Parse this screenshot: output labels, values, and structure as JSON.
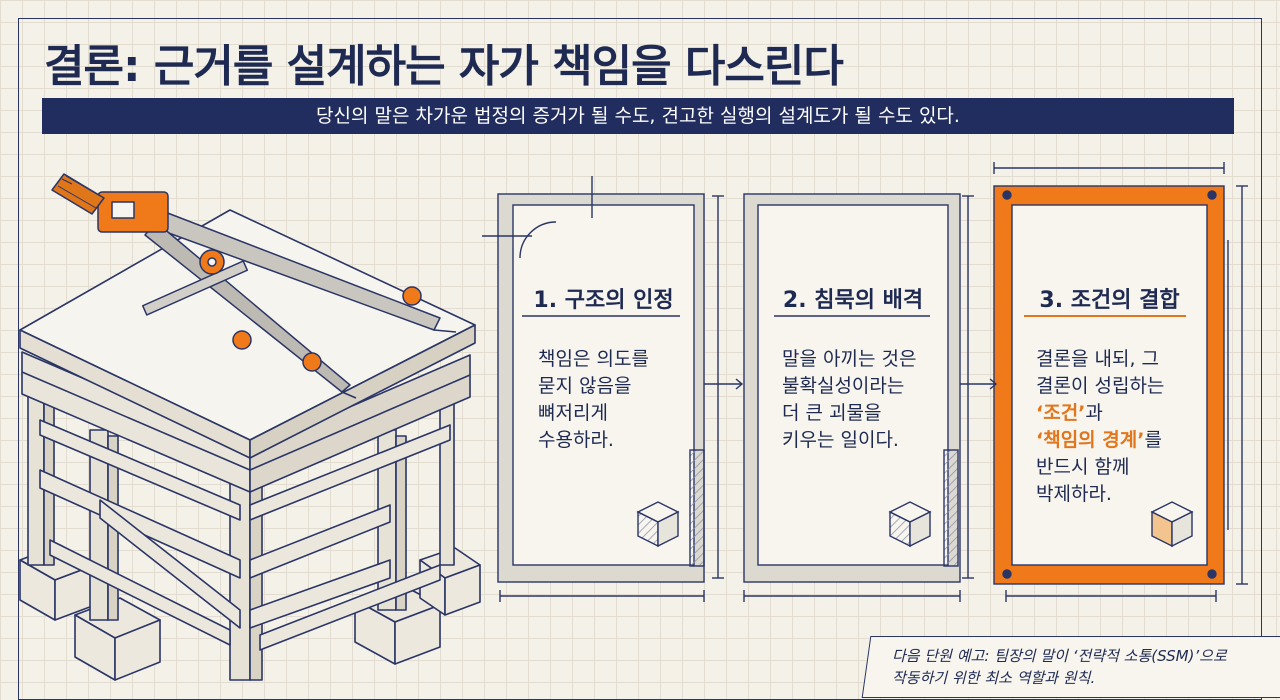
{
  "title": "결론: 근거를 설계하는 자가 책임을 다스린다",
  "subtitle": "당신의 말은 차가운 법정의 증거가 될 수도, 견고한 실행의 설계도가 될 수도 있다.",
  "cards": [
    {
      "title": "1. 구조의 인정",
      "lines": [
        "책임은 의도를",
        "묻지 않음을",
        "뼈저리게",
        "수용하라."
      ]
    },
    {
      "title": "2. 침묵의 배격",
      "lines": [
        "말을 아끼는 것은",
        "불확실성이라는",
        "더 큰 괴물을",
        "키우는 일이다."
      ]
    },
    {
      "title": "3. 조건의 결합",
      "line1": "결론을 내되, 그",
      "line2": "결론이 성립하는",
      "hl1": "‘조건’",
      "hl1_suffix": "과",
      "hl2": "‘책임의 경계’",
      "hl2_suffix": "를",
      "line5": "반드시 함께",
      "line6": "박제하라."
    }
  ],
  "note": {
    "line1": "다음 단원 예고: 팀장의 말이 ‘전략적 소통(SSM)’으로",
    "line2": "작동하기 위한 최소 역할과 원칙."
  },
  "colors": {
    "navy": "#212d5e",
    "accent": "#f07a1a",
    "paper": "#f4f1e8"
  },
  "icons": [
    "drafting-compass-icon",
    "isometric-cube-icon",
    "arrow-right-icon"
  ]
}
